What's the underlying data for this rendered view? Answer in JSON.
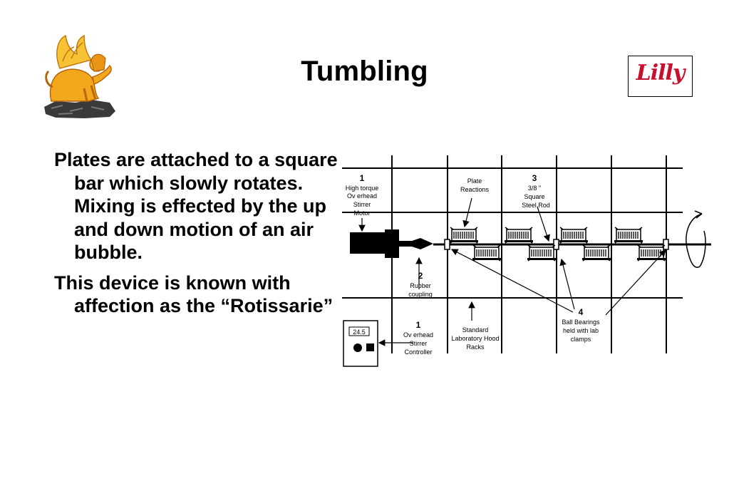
{
  "slide": {
    "title": "Tumbling",
    "logo_left": "sphinx-logo",
    "logo_right_text": "Lilly",
    "bullets": [
      "Plates are attached to a square bar which slowly rotates.  Mixing is effected by the up and down motion of an air bubble.",
      "This device is known with affection as the “Rotissarie”"
    ]
  },
  "diagram": {
    "label_1_motor_num": "1",
    "label_1_motor_l1": "High torque",
    "label_1_motor_l2": "Ov erhead",
    "label_1_motor_l3": "Stirrer",
    "label_1_motor_l4": "Motor",
    "plate_l1": "Plate",
    "plate_l2": "Reactions",
    "label_3_num": "3",
    "label_3_l1": "3/8 \"",
    "label_3_l2": "Square",
    "label_3_l3": "Steel Rod",
    "label_2_num": "2",
    "label_2_l1": "Rubber",
    "label_2_l2": "coupling",
    "label_1_ctrl_num": "1",
    "label_1_ctrl_l1": "Ov erhead",
    "label_1_ctrl_l2": "Stirrer",
    "label_1_ctrl_l3": "Controller",
    "hood_l1": "Standard",
    "hood_l2": "Laboratory  Hood",
    "hood_l3": "Racks",
    "label_4_num": "4",
    "label_4_l1": "Ball Bearings",
    "label_4_l2": "held with lab",
    "label_4_l3": "clamps",
    "controller_display": "24.5"
  },
  "colors": {
    "lilly_red": "#c8102e",
    "sphinx_gold": "#f2a81d",
    "rock": "#3a3a3a"
  }
}
